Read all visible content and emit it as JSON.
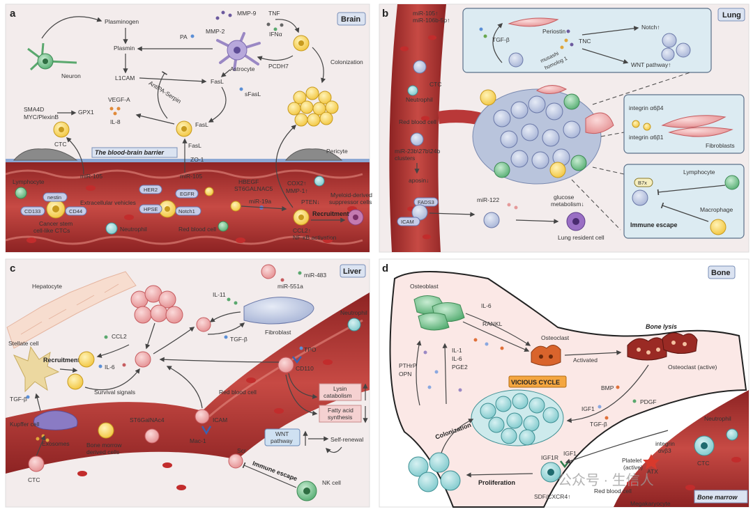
{
  "colors": {
    "vessel": "#b93838",
    "vessel_light": "#e7a9a1",
    "panel_bg": "#f4ecec",
    "lung_box": "#dcebf2",
    "label_box": "#dbe3f1",
    "rbc": "#c22c2c",
    "ctc": "#f2c53d",
    "bone_tissue": "#fbe8e6"
  },
  "panels": {
    "a": {
      "letter": "a",
      "organ": "Brain",
      "barrier_title": "The blood-brain barrier",
      "labels": {
        "plasminogen": "Plasminogen",
        "plasmin": "Plasmin",
        "l1cam": "L1CAM",
        "neuron": "Neuron",
        "pa": "PA",
        "mmp9": "MMP-9",
        "mmp2": "MMP-2",
        "tnf": "TNF",
        "ifna": "IFNα",
        "astrocyte": "Astrocyte",
        "pcdh7": "PCDH7",
        "fasl_top": "FasL",
        "sfasl": "sFasL",
        "vegfa": "VEGF-A",
        "il8": "IL-8",
        "antipa": "AntiPA-Serpin",
        "fasl_mid": "FasL",
        "fasl_cell": "FasL",
        "sma4d": "SMA4D",
        "myc": "MYC/PlexinB",
        "gpx1": "GPX1",
        "ctc": "CTC",
        "colonization": "Colonization",
        "pericyte": "Pericyte",
        "zo1": "ZO-1",
        "mir105_a": "miR-105",
        "mir105_b": "miR-105",
        "her2": "HER2",
        "egfr": "EGFR",
        "hpse": "HPSE",
        "notch1": "Notch1",
        "ev": "Extracellular vehicles",
        "lymphocyte": "Lymphocyte",
        "nestin": "nestin",
        "cd133": "CD133",
        "cd44": "CD44",
        "csc": "Cancer stem",
        "csc2": "cell-like CTCs",
        "neutrophil": "Neutrophil",
        "rbc": "Red blood cell",
        "hbegf": "HBEGF",
        "st6": "ST6GALNAC5",
        "mir19a": "miR-19a",
        "cox2": "COX2↑",
        "mmp1": "MMP-1↑",
        "pten": "PTEN↓",
        "mdsc": "Myeloid-derived",
        "mdsc2": "suppressor cells",
        "recruitment": "Recruitment",
        "ccl2": "CCL2↑",
        "nfkb": "NF-κB activation"
      }
    },
    "b": {
      "letter": "b",
      "organ": "Lung",
      "labels": {
        "mir105": "miR-105↑",
        "mir106": "miR-106b-5p↑",
        "tgfb": "TGF-β",
        "periostin": "Periostin",
        "tnc": "TNC",
        "notch": "Notch↑",
        "musashi": "musashi",
        "musashi2": "homolog 1",
        "wnt": "WNT pathway↑",
        "ctc": "CTC",
        "neutrophil": "Neutrophil",
        "rbc": "Red blood cell",
        "mir23": "miR-23b\\27b\\24b",
        "clusters": "clusters",
        "aposin": "aposin↓",
        "fads3": "FADS3",
        "icam": "ICAM",
        "mir122": "miR-122",
        "glucose": "glucose",
        "glucose2": "metabolism↓",
        "lung_cell": "Lung resident cell",
        "integrin_b4": "integrin α6β4",
        "integrin_b1": "integrin α6β1",
        "fibroblasts": "Fibroblasts",
        "b7x": "B7x",
        "lymphocyte": "Lymphocyte",
        "macrophage": "Macrophage",
        "escape": "Immune escape"
      }
    },
    "c": {
      "letter": "c",
      "organ": "Liver",
      "labels": {
        "hepatocyte": "Hepatocyte",
        "mir483": "miR-483",
        "mir551": "miR-551a",
        "il11": "IL-11",
        "fibroblast": "Fibroblast",
        "neutrophil": "Neutrophil",
        "stellate": "Stellate cell",
        "ccl2": "CCL2",
        "recruitment": "Recruitment",
        "il6": "IL-6",
        "tgfb_a": "TGF-β",
        "tgfb_b": "TGF-β",
        "tpo": "TPO",
        "cd110": "CD110",
        "survival": "Survival signals",
        "rbc": "Red blood cell",
        "lysin": "Lysin",
        "lysin2": "catabolism",
        "fatty": "Fatty acid",
        "fatty2": "synthesis",
        "kupffer": "Kupffer cell",
        "st6": "ST6GalNAc4",
        "icam": "ICAM",
        "wnt": "WNT",
        "wnt2": "pathway",
        "selfrenewal": "Self-renewal",
        "exosomes": "Exosomes",
        "bm": "Bone morrow",
        "bm2": "derived cells",
        "mac1": "Mac-1",
        "scr": "Scr",
        "escape": "Immune escape",
        "nk": "NK cell",
        "ctc": "CTC"
      }
    },
    "d": {
      "letter": "d",
      "organ": "Bone",
      "labels": {
        "osteoblast": "Osteoblast",
        "il6": "IL-6",
        "rankl": "RANKL",
        "osteoclast": "Osteoclast",
        "lysis": "Bone lysis",
        "activated": "Activated",
        "osteoclast_active": "Osteoclast (active)",
        "pthrp": "PTHrP",
        "opn": "OPN",
        "il1": "IL-1",
        "il6b": "IL-6",
        "pge2": "PGE2",
        "vicious": "VICIOUS CYCLE",
        "bmp": "BMP",
        "igf1": "IGF1",
        "pdgf": "PDGF",
        "tgfb": "TGF-β",
        "colonization": "Colonization",
        "neutrophil": "Neutrophil",
        "igf1r": "IGF1R",
        "igf1b": "IGF1",
        "integrin": "integrin",
        "avb3": "αvβ3",
        "platelet": "Platelet",
        "active": "(active)",
        "atx": "ATX",
        "ctc": "CTC",
        "proliferation": "Proliferation",
        "sdf": "SDF/CXCR4↑",
        "rbc": "Red blood cell",
        "megakaryocyte": "Megakaryocyte",
        "marrow": "Bone marrow"
      }
    }
  },
  "watermark": "公众号 · 生信人"
}
